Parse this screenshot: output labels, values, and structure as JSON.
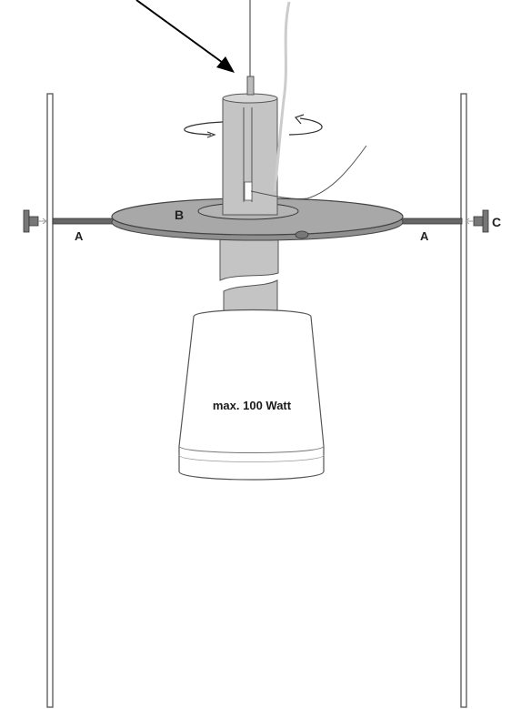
{
  "labels": {
    "a_left": "A",
    "a_right": "A",
    "b": "B",
    "c": "C",
    "lamp": "max. 100 Watt"
  },
  "colors": {
    "disc_fill": "#a8a8a8",
    "cylinder_fill": "#c4c4c4",
    "stand_stroke": "#555555",
    "lamp_fill": "#ffffff",
    "line": "#333333"
  },
  "icons": {
    "arrow": "pointer-arrow-icon",
    "rotation": "rotation-arrow-icon",
    "clamp": "clamp-screw-icon"
  }
}
